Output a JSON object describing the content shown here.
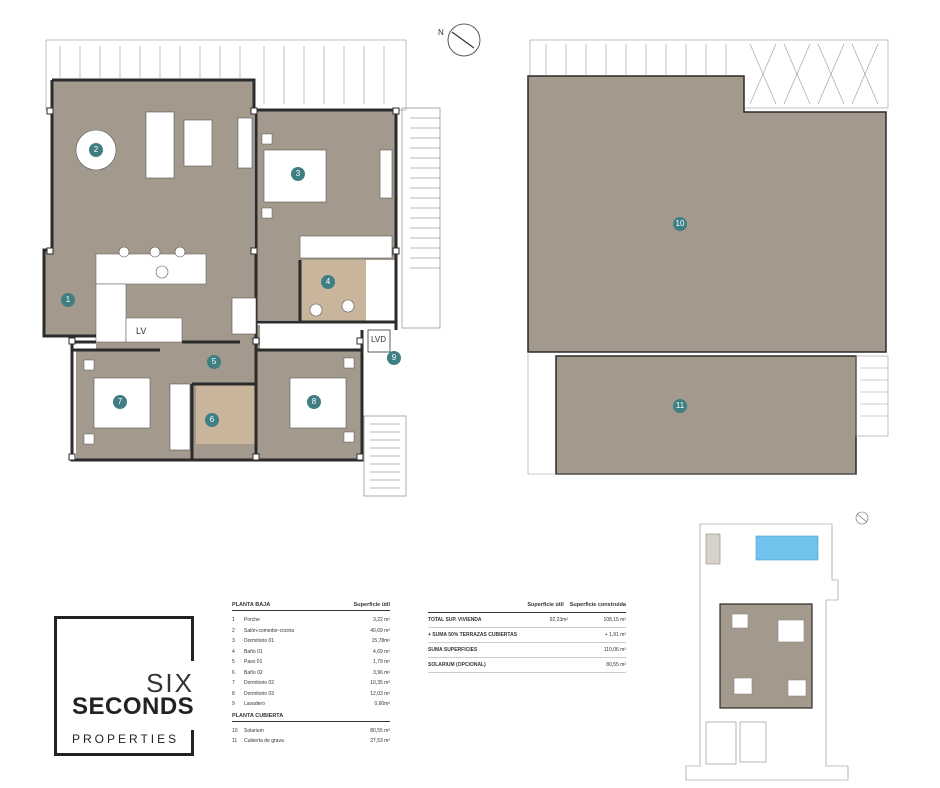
{
  "compass": {
    "north_label": "N"
  },
  "rooms": [
    {
      "num": "1"
    },
    {
      "num": "2"
    },
    {
      "num": "3"
    },
    {
      "num": "4"
    },
    {
      "num": "5"
    },
    {
      "num": "6"
    },
    {
      "num": "7"
    },
    {
      "num": "8"
    },
    {
      "num": "9"
    },
    {
      "num": "10"
    },
    {
      "num": "11"
    }
  ],
  "plan_labels": {
    "lv": "LV",
    "lvd": "LVD"
  },
  "logo": {
    "six": "SIX",
    "seconds": "SECONDS",
    "properties": "PROPERTIES"
  },
  "areas_table": {
    "section_ground": "PLANTA BAJA",
    "col_useful": "Superficie útil",
    "rows": [
      {
        "n": "1",
        "name": "Porche",
        "value": "3,22 m²"
      },
      {
        "n": "2",
        "name": "Salón-comedor-cocina",
        "value": "40,69 m²"
      },
      {
        "n": "3",
        "name": "Dormitorio 01",
        "value": "15,78m²"
      },
      {
        "n": "4",
        "name": "Baño 01",
        "value": "4,69 m²"
      },
      {
        "n": "5",
        "name": "Paso 01",
        "value": "1,79 m²"
      },
      {
        "n": "6",
        "name": "Baño 02",
        "value": "3,96 m²"
      },
      {
        "n": "7",
        "name": "Dormitorio 02",
        "value": "10,35 m²"
      },
      {
        "n": "8",
        "name": "Dormitorio 03",
        "value": "12,03 m²"
      },
      {
        "n": "9",
        "name": "Lavadero",
        "value": "0,60m²"
      }
    ],
    "section_roof": "PLANTA CUBIERTA",
    "roof_rows": [
      {
        "n": "10",
        "name": "Solarium",
        "value": "80,55 m²"
      },
      {
        "n": "11",
        "name": "Cubierta de grava",
        "value": "27,53 m²"
      }
    ]
  },
  "totals_table": {
    "col_useful": "Superficie útil",
    "col_built": "Superficie construida",
    "rows": [
      {
        "name": "TOTAL SUP. VIVIENDA",
        "useful": "92,23m²",
        "built": "108,15 m²"
      },
      {
        "name": "+ SUMA 50% TERRAZAS CUBIERTAS",
        "useful": "",
        "built": "+ 1,91 m²"
      },
      {
        "name": "SUMA SUPERFICIES",
        "useful": "",
        "built": "110,06 m²"
      },
      {
        "name": "SOLARIUM (OPCIONAL)",
        "useful": "",
        "built": "80,55 m²"
      }
    ]
  },
  "colors": {
    "floor": "#a39a8d",
    "wall": "#2b2b2b",
    "bath": "#c9b49c",
    "marker": "#3f7f84",
    "pool": "#6fc3ec"
  }
}
